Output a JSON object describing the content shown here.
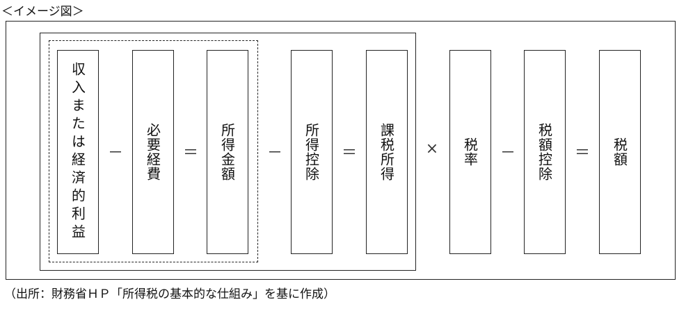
{
  "title": "＜イメージ図＞",
  "boxes": [
    "収入または経済的利益",
    "必要経費",
    "所得金額",
    "所得控除",
    "課税所得",
    "税率",
    "税額控除",
    "税額"
  ],
  "operators": [
    "－",
    "＝",
    "－",
    "＝",
    "×",
    "－",
    "＝"
  ],
  "caption": "（出所：財務省ＨＰ「所得税の基本的な仕組み」を基に作成）"
}
